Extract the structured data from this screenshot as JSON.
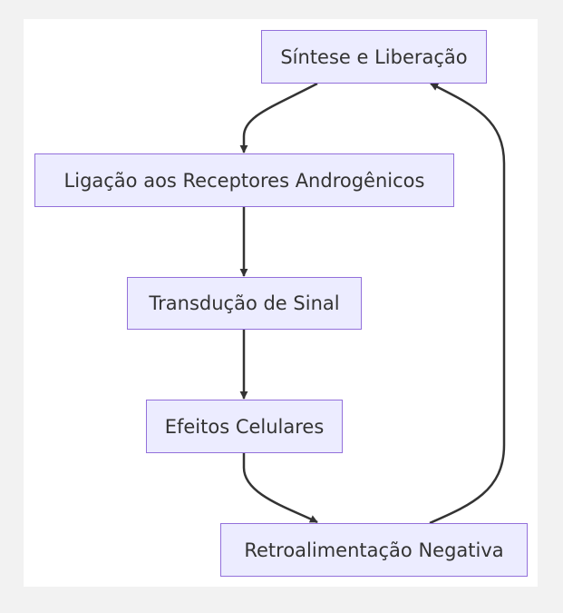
{
  "diagram": {
    "type": "flowchart",
    "nodes": [
      {
        "id": "sintese",
        "label": "Síntese e Liberação"
      },
      {
        "id": "ligacao",
        "label": "Ligação aos Receptores Androgênicos"
      },
      {
        "id": "transducao",
        "label": "Transdução de Sinal"
      },
      {
        "id": "efeitos",
        "label": "Efeitos Celulares"
      },
      {
        "id": "retro",
        "label": "Retroalimentação Negativa"
      }
    ],
    "edges": [
      {
        "from": "sintese",
        "to": "ligacao"
      },
      {
        "from": "ligacao",
        "to": "transducao"
      },
      {
        "from": "transducao",
        "to": "efeitos"
      },
      {
        "from": "efeitos",
        "to": "retro"
      },
      {
        "from": "retro",
        "to": "sintese"
      }
    ],
    "colors": {
      "node_fill": "#ececff",
      "node_border": "#9370db",
      "edge": "#333333",
      "text": "#333333",
      "background": "#ffffff"
    }
  }
}
